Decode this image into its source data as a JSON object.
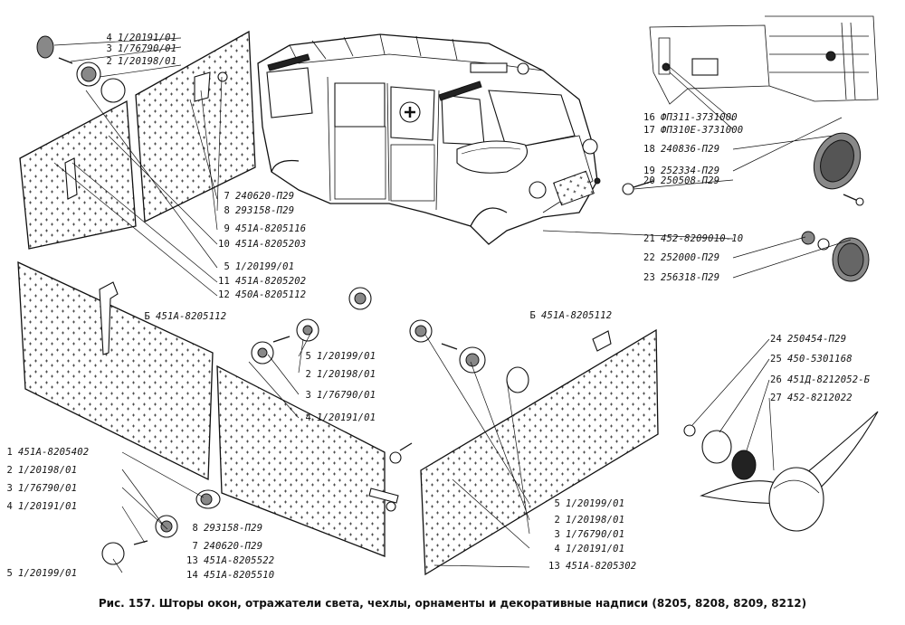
{
  "caption": "Рис. 157. Шторы окон, отражатели света, чехлы, орнаменты и декоративные надписи (8205, 8208, 8209, 8212)",
  "callouts": [
    {
      "id": "tl4",
      "num": "4",
      "code": "1/20191/01"
    },
    {
      "id": "tl3",
      "num": "3",
      "code": "1/76790/01"
    },
    {
      "id": "tl2",
      "num": "2",
      "code": "1/20198/01"
    },
    {
      "id": "m7",
      "num": "7",
      "code": "240620-П29"
    },
    {
      "id": "m8",
      "num": "8",
      "code": "293158-П29"
    },
    {
      "id": "m9",
      "num": "9",
      "code": "451А-8205116"
    },
    {
      "id": "m10",
      "num": "10",
      "code": "451А-8205203"
    },
    {
      "id": "m5",
      "num": "5",
      "code": "1/20199/01"
    },
    {
      "id": "m11",
      "num": "11",
      "code": "451А-8205202"
    },
    {
      "id": "m12",
      "num": "12",
      "code": "450А-8205112"
    },
    {
      "id": "b6",
      "num": "Б",
      "code": "451А-8205112"
    },
    {
      "id": "c5",
      "num": "5",
      "code": "1/20199/01"
    },
    {
      "id": "c2",
      "num": "2",
      "code": "1/20198/01"
    },
    {
      "id": "c3",
      "num": "3",
      "code": "1/76790/01"
    },
    {
      "id": "c4",
      "num": "4",
      "code": "1/20191/01"
    },
    {
      "id": "l1",
      "num": "1",
      "code": "451А-8205402"
    },
    {
      "id": "l2",
      "num": "2",
      "code": "1/20198/01"
    },
    {
      "id": "l3",
      "num": "3",
      "code": "1/76790/01"
    },
    {
      "id": "l4",
      "num": "4",
      "code": "1/20191/01"
    },
    {
      "id": "l5",
      "num": "5",
      "code": "1/20199/01"
    },
    {
      "id": "b8",
      "num": "8",
      "code": "293158-П29"
    },
    {
      "id": "b7",
      "num": "7",
      "code": "240620-П29"
    },
    {
      "id": "b13",
      "num": "13",
      "code": "451А-8205522"
    },
    {
      "id": "b14",
      "num": "14",
      "code": "451А-8205510"
    },
    {
      "id": "r5",
      "num": "5",
      "code": "1/20199/01"
    },
    {
      "id": "r2",
      "num": "2",
      "code": "1/20198/01"
    },
    {
      "id": "r3",
      "num": "3",
      "code": "1/76790/01"
    },
    {
      "id": "r4",
      "num": "4",
      "code": "1/20191/01"
    },
    {
      "id": "r13",
      "num": "13",
      "code": "451А-8205302"
    },
    {
      "id": "rb6",
      "num": "Б",
      "code": "451А-8205112"
    },
    {
      "id": "p16",
      "num": "16",
      "code": "ФП311-3731000"
    },
    {
      "id": "p17",
      "num": "17",
      "code": "ФП310Е-3731000"
    },
    {
      "id": "p18",
      "num": "18",
      "code": "240836-П29"
    },
    {
      "id": "p19",
      "num": "19",
      "code": "252334-П29"
    },
    {
      "id": "p20",
      "num": "20",
      "code": "250508-П29"
    },
    {
      "id": "p21",
      "num": "21",
      "code": "452-8209010-10"
    },
    {
      "id": "p22",
      "num": "22",
      "code": "252000-П29"
    },
    {
      "id": "p23",
      "num": "23",
      "code": "256318-П29"
    },
    {
      "id": "p24",
      "num": "24",
      "code": "250454-П29"
    },
    {
      "id": "p25",
      "num": "25",
      "code": "450-5301168"
    },
    {
      "id": "p26",
      "num": "26",
      "code": "451Д-8212052-Б"
    },
    {
      "id": "p27",
      "num": "27",
      "code": "452-8212022"
    }
  ]
}
